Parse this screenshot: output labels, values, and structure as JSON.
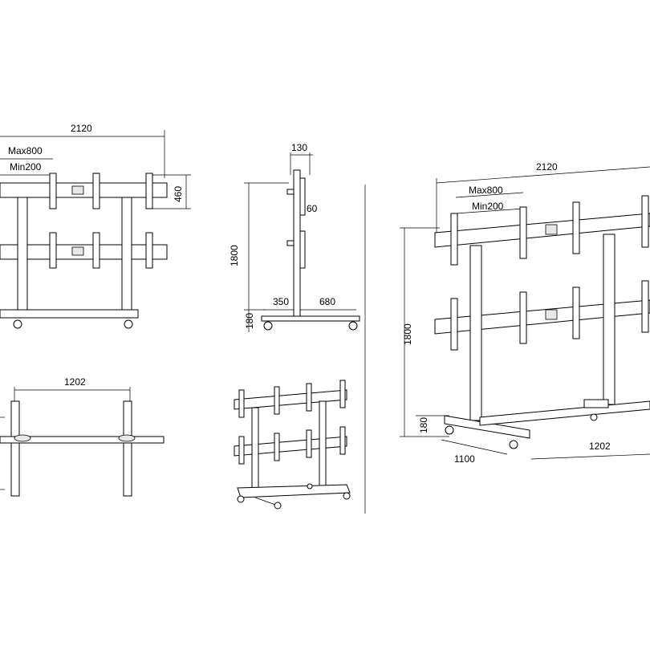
{
  "front_view": {
    "width": "2120",
    "max_vesa": "Max800",
    "min_vesa": "Min200",
    "bracket_height": "460"
  },
  "side_view": {
    "depth_top": "130",
    "offset": "60",
    "height": "1800",
    "base_height": "180",
    "rear_depth": "350",
    "front_depth": "680"
  },
  "top_view": {
    "width": "1202"
  },
  "iso_view": {
    "width": "2120",
    "max_vesa": "Max800",
    "min_vesa": "Min200",
    "height": "1800",
    "base_height": "180",
    "depth": "1100",
    "base_width": "1202"
  }
}
